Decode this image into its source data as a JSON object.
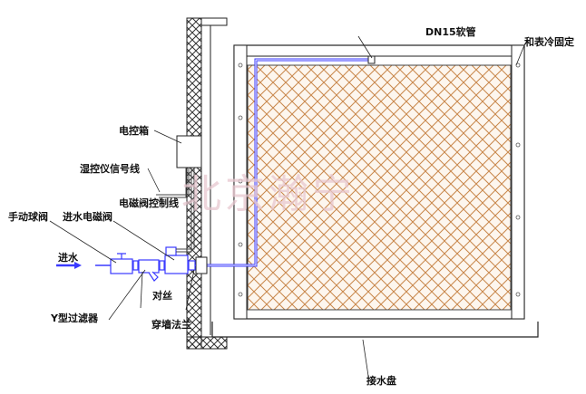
{
  "labels": {
    "hose": "DN15软管",
    "fixing": "和表冷固定",
    "control_box": "电控箱",
    "humidity_signal": "湿控仪信号线",
    "solenoid_control": "电磁阀控制线",
    "ball_valve": "手动球阀",
    "inlet_solenoid": "进水电磁阀",
    "water_in": "进水",
    "union": "对丝",
    "y_filter": "Y型过滤器",
    "wall_flange": "穿墙法兰",
    "drip_tray": "接水盘"
  },
  "watermark": "北京瀚宁",
  "colors": {
    "pipe": "#3a3aff",
    "pad": "#c8864a",
    "line": "#222222",
    "watermark": "#e8c8d0"
  }
}
